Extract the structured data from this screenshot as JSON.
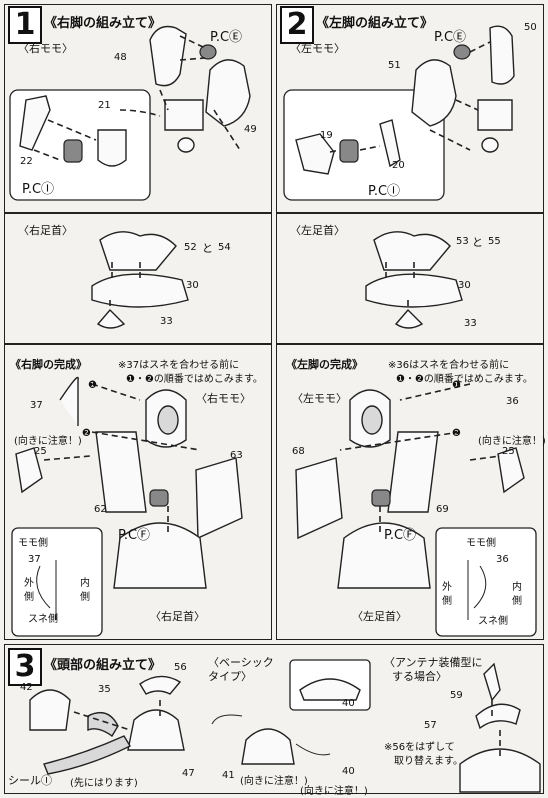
{
  "step1": {
    "number": "1",
    "title": "《右脚の組み立て》",
    "sub": "〈右モモ〉",
    "pc_top": "P.CⒺ",
    "pc_bottom": "P.CⒾ",
    "parts": {
      "p48": "48",
      "p21": "21",
      "p22": "22",
      "p49": "49"
    }
  },
  "step2": {
    "number": "2",
    "title": "《左脚の組み立て》",
    "sub": "〈左モモ〉",
    "pc_top": "P.CⒺ",
    "pc_bottom": "P.CⒾ",
    "parts": {
      "p50": "50",
      "p51": "51",
      "p19": "19",
      "p20": "20"
    }
  },
  "right_ankle": {
    "title": "〈右足首〉",
    "p52": "52",
    "and": "と",
    "p54": "54",
    "p30": "30",
    "p33": "33"
  },
  "left_ankle": {
    "title": "〈左足首〉",
    "p53": "53",
    "and": "と",
    "p55": "55",
    "p30": "30",
    "p33": "33"
  },
  "right_complete": {
    "title": "《右脚の完成》",
    "note1": "※37はスネを合わせる前に",
    "note2": "❶・❷の順番ではめこみます。",
    "momo": "〈右モモ〉",
    "ankle": "〈右足首〉",
    "caution": "(向きに注意！)",
    "pc": "P.CⒻ",
    "p37": "37",
    "p25": "25",
    "p62": "62",
    "p63": "63",
    "n1": "❶",
    "n2": "❷",
    "inset": {
      "momo_side": "モモ側",
      "p37": "37",
      "outer1": "外",
      "outer2": "側",
      "inner1": "内",
      "inner2": "側",
      "sune_side": "スネ側"
    }
  },
  "left_complete": {
    "title": "《左脚の完成》",
    "note1": "※36はスネを合わせる前に",
    "note2": "❶・❷の順番ではめこみます。",
    "momo": "〈左モモ〉",
    "ankle": "〈左足首〉",
    "caution": "(向きに注意！)",
    "pc": "P.CⒻ",
    "p36": "36",
    "p25": "25",
    "p68": "68",
    "p69": "69",
    "n1": "❶",
    "n2": "❷",
    "inset": {
      "momo_side": "モモ側",
      "p36": "36",
      "outer1": "外",
      "outer2": "側",
      "inner1": "内",
      "inner2": "側",
      "sune_side": "スネ側"
    }
  },
  "step3": {
    "number": "3",
    "title": "《頭部の組み立て》",
    "p42": "42",
    "p35": "35",
    "p56": "56",
    "p47": "47",
    "seal": "シールⒾ",
    "seal_note": "(先にはります)",
    "basic": {
      "line1": "〈ベーシック",
      "line2": "タイプ〉",
      "p40a": "40",
      "p41": "41",
      "caution1": "(向きに注意！)",
      "p40b": "40",
      "caution2": "(向きに注意！)"
    },
    "antenna": {
      "line1": "〈アンテナ装備型に",
      "line2": "する場合〉",
      "p59": "59",
      "p57": "57",
      "note1": "※56をはずして",
      "note2": "取り替えます。"
    }
  }
}
